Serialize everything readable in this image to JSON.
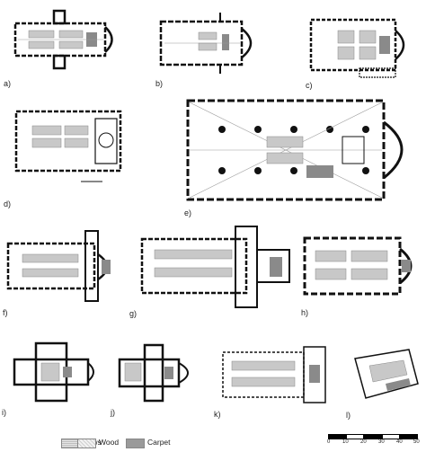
{
  "panels": [
    {
      "id": "a",
      "label": "a)"
    },
    {
      "id": "b",
      "label": "b)"
    },
    {
      "id": "c",
      "label": "c)"
    },
    {
      "id": "d",
      "label": "d)"
    },
    {
      "id": "e",
      "label": "e)"
    },
    {
      "id": "f",
      "label": "f)"
    },
    {
      "id": "g",
      "label": "g)"
    },
    {
      "id": "h",
      "label": "h)"
    },
    {
      "id": "i",
      "label": "i)"
    },
    {
      "id": "j",
      "label": "j)"
    },
    {
      "id": "k",
      "label": "k)"
    },
    {
      "id": "l",
      "label": "l)"
    }
  ],
  "legend": {
    "pews": "Pews",
    "wood": "Wood",
    "carpet": "Carpet"
  },
  "scale": {
    "ticks": [
      "0",
      "10",
      "20",
      "30",
      "40",
      "50"
    ]
  },
  "colors": {
    "wall": "#111111",
    "pews": "#c8c8c8",
    "carpet": "#8a8a8a",
    "grid": "#9a9a9a"
  }
}
